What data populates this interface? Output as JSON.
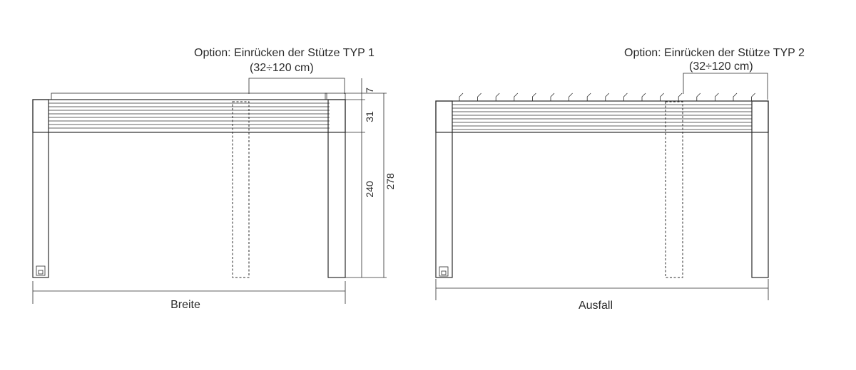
{
  "left": {
    "option_title": "Option: Einrücken der Stütze  TYP 1",
    "option_range": "(32÷120 cm)",
    "width_label": "Breite",
    "dim_top": "7",
    "dim_beam": "31",
    "dim_post": "240",
    "dim_total": "278"
  },
  "right": {
    "option_title": "Option: Einrücken der Stütze TYP 2",
    "option_range": "(32÷120 cm)",
    "width_label": "Ausfall"
  },
  "colors": {
    "line": "#2b2b2b"
  }
}
